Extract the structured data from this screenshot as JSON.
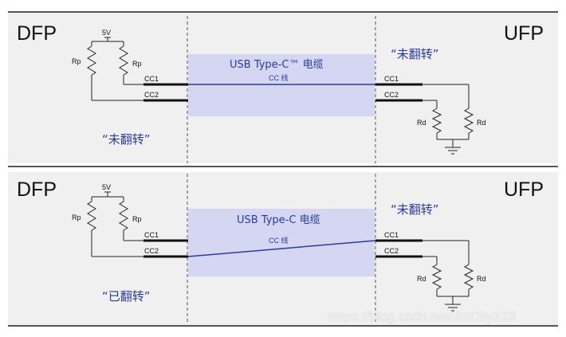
{
  "panels": [
    {
      "dfp": "DFP",
      "ufp": "UFP",
      "rail": "5V",
      "rp": "Rp",
      "rd": "Rd",
      "cc1": "CC1",
      "cc2": "CC2",
      "cable_title": "USB Type-C™ 电缆",
      "cc_wire": "CC 线",
      "dfp_state": "“未翻转”",
      "ufp_state": "“未翻转”"
    },
    {
      "dfp": "DFP",
      "ufp": "UFP",
      "rail": "5V",
      "rp": "Rp",
      "rd": "Rd",
      "cc1": "CC1",
      "cc2": "CC2",
      "cable_title": "USB Type-C 电缆",
      "cc_wire": "CC 线",
      "dfp_state": "“已翻转”",
      "ufp_state": "“未翻转”"
    }
  ],
  "watermark": "https://blog.csdn.net/AirCity123",
  "colors": {
    "cable_fill": "#d4d6f2",
    "wire": "#2a3aa0",
    "panel_bg": "#f0f0f0"
  }
}
